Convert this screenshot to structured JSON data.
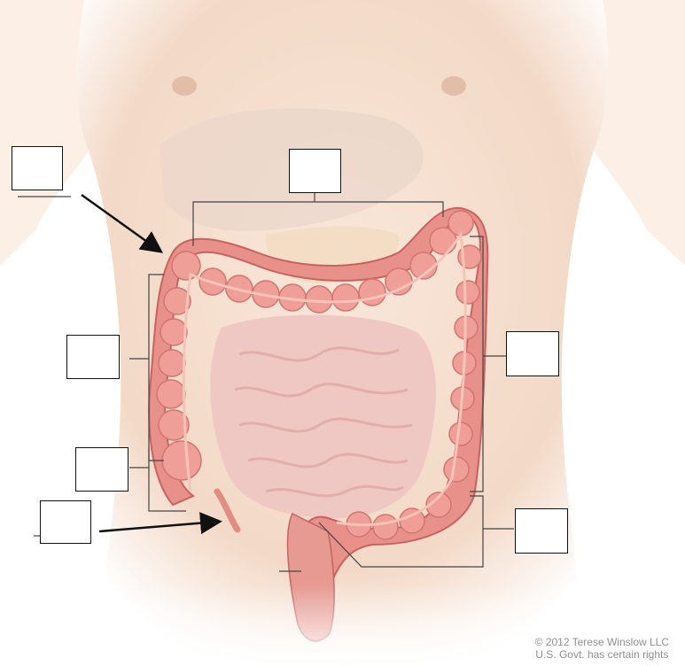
{
  "figure": {
    "credit_line_1": "© 2012 Terese Winslow LLC",
    "credit_line_2": "U.S. Govt. has certain rights"
  },
  "colors": {
    "skin": "#f7e2d3",
    "colon": "#e8918a",
    "colon_dark": "#c9625f",
    "small_intestine": "#efc3bf",
    "liver": "#e9d3c8",
    "leader_line": "#444444",
    "arrow": "#111111"
  },
  "label_boxes": [
    {
      "id": "upper-left",
      "text": ""
    },
    {
      "id": "top-center",
      "text": ""
    },
    {
      "id": "mid-left",
      "text": ""
    },
    {
      "id": "right-upper",
      "text": ""
    },
    {
      "id": "lower-left",
      "text": ""
    },
    {
      "id": "bottom-left",
      "text": ""
    },
    {
      "id": "right-lower",
      "text": ""
    }
  ]
}
